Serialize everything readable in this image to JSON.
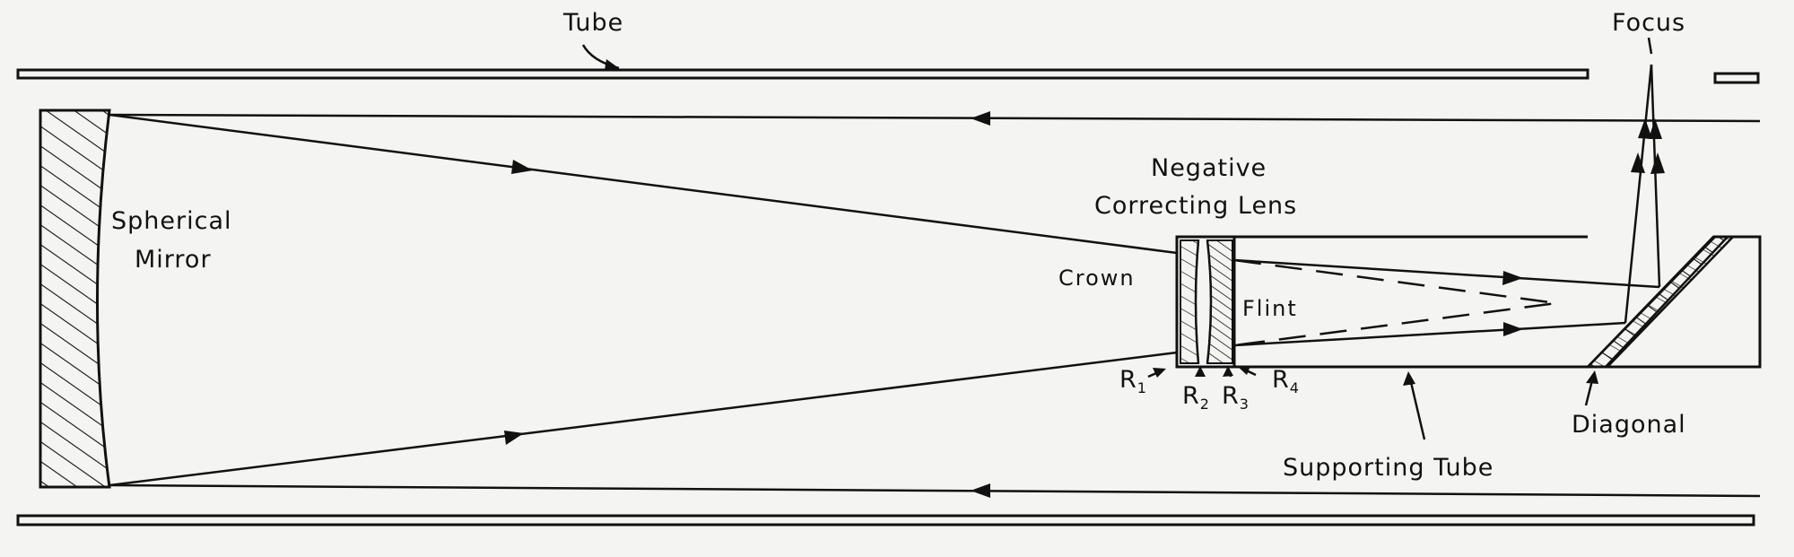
{
  "labels": {
    "tube": "Tube",
    "focus": "Focus",
    "spherical": "Spherical",
    "mirror": "Mirror",
    "negative": "Negative",
    "correcting_lens": "Correcting Lens",
    "crown": "Crown",
    "flint": "Flint",
    "r1": "R",
    "r1_sub": "1",
    "r2": "R",
    "r2_sub": "2",
    "r3": "R",
    "r3_sub": "3",
    "r4": "R",
    "r4_sub": "4",
    "supporting_tube": "Supporting Tube",
    "diagonal": "Diagonal"
  },
  "colors": {
    "ink": "#111111",
    "paper": "#f4f4f2"
  }
}
